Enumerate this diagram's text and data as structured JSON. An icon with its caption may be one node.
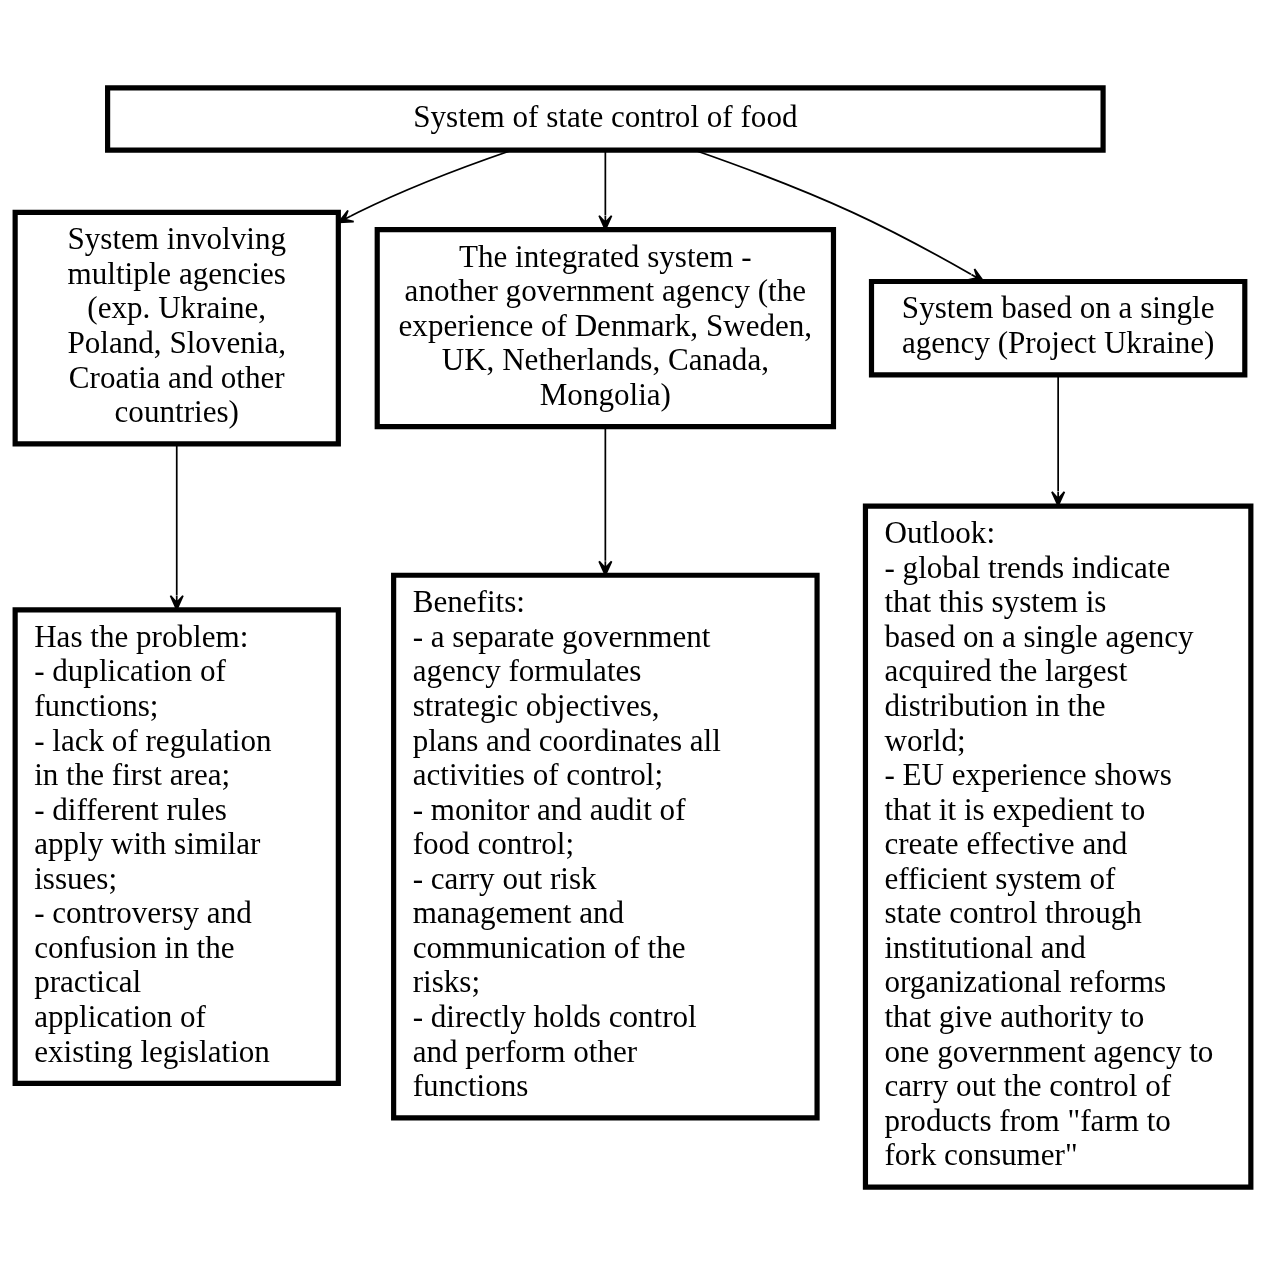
{
  "diagram": {
    "nodes": [
      {
        "text": [
          "System of state control of food"
        ]
      },
      {
        "text": [
          "System involving multiple agencies (exp. Ukraine, Poland, Slovenia, Croatia and other countries)"
        ]
      },
      {
        "text": [
          "The integrated system - another government agency (the experience of Denmark, Sweden, UK, Netherlands, Canada, Mongolia)"
        ]
      },
      {
        "text": [
          "System based on a single agency (Project Ukraine)"
        ]
      },
      {
        "text": [
          "Has the problem:",
          "- duplication of functions;",
          "- lack of regulation in the first area;",
          "- different rules apply with similar issues;",
          "- controversy and confusion in the practical application of existing legislation"
        ]
      },
      {
        "text": [
          "Benefits:",
          "- a separate government agency formulates strategic objectives, plans and coordinates all activities of control;",
          "- monitor and audit of food control;",
          "- carry out risk management and communication of the risks;",
          "- directly holds control and perform other functions"
        ]
      },
      {
        "text": [
          "Outlook:",
          "- global trends indicate that this system is based on a single agency acquired the largest distribution in the world;",
          "- EU experience shows that it is expedient to create effective and efficient system of state control through institutional and organizational reforms that give authority to one government agency to carry out the control of products from \"farm to fork consumer\""
        ]
      }
    ],
    "edges": [
      {
        "from": 0,
        "to": 1,
        "arrow": "to"
      },
      {
        "from": 0,
        "to": 2,
        "arrow": "to"
      },
      {
        "from": 0,
        "to": 3,
        "arrow": "to"
      },
      {
        "from": 1,
        "to": 4,
        "arrow": "to"
      },
      {
        "from": 2,
        "to": 5,
        "arrow": "to"
      },
      {
        "from": 3,
        "to": 6,
        "arrow": "to"
      }
    ]
  }
}
